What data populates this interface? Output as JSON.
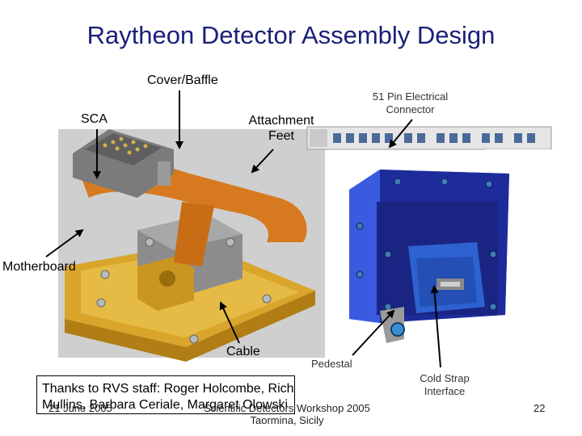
{
  "slide": {
    "title": "Raytheon Detector Assembly Design",
    "labels": {
      "cover_baffle": "Cover/Baffle",
      "sca": "SCA",
      "attachment_feet_line1": "Attachment",
      "attachment_feet_line2": "Feet",
      "connector_line1": "51 Pin Electrical",
      "connector_line2": "Connector",
      "motherboard": "Motherboard",
      "cable": "Cable",
      "pedestal": "Pedestal",
      "cold_strap_line1": "Cold Strap",
      "cold_strap_line2": "Interface"
    },
    "thanks_line1": "Thanks to RVS staff: Roger Holcombe, Rich",
    "thanks_line2": "Mullins, Barbara Ceriale, Margaret Olowski",
    "footer": {
      "date": "21 June 2005",
      "workshop": "Scientific Detectors Workshop 2005",
      "location": "Taormina, Sicily",
      "page": "22"
    }
  }
}
